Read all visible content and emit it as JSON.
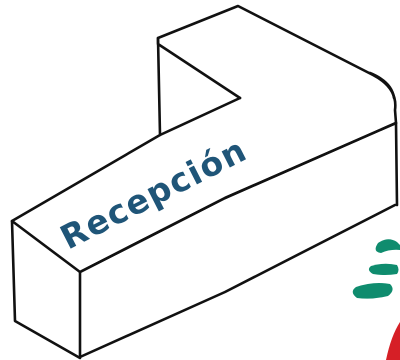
{
  "label": {
    "text": "Recepción",
    "color": "#1f5578"
  },
  "colors": {
    "ink": "#111111",
    "accent_red": "#d61f26",
    "accent_green": "#0f8c6e",
    "background": "#ffffff"
  },
  "icons": [
    "reception-counter-sketch",
    "footprints-icon",
    "red-arc"
  ]
}
